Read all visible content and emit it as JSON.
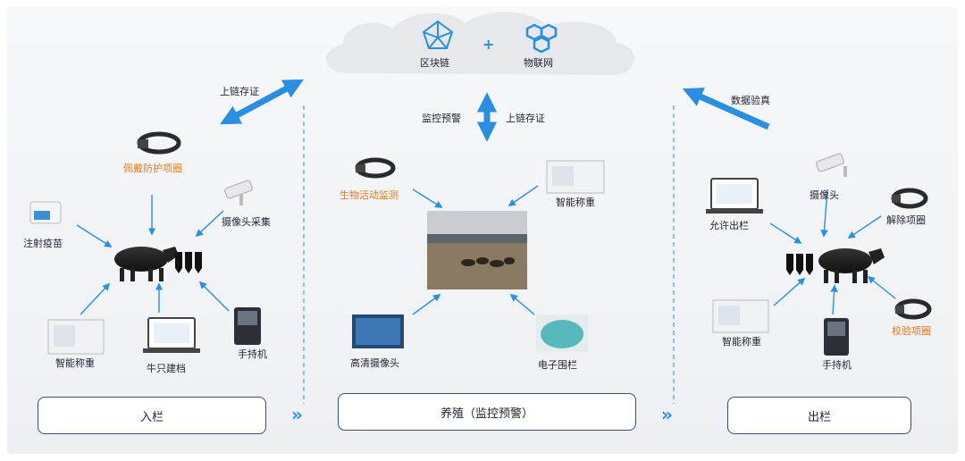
{
  "cloud": {
    "blockchain": "区块链",
    "plus": "+",
    "iot": "物联网"
  },
  "arrows": {
    "left_up": "上链存证",
    "center_left": "监控预警",
    "center_right": "上链存证",
    "right_up": "数据验真"
  },
  "entry": {
    "collar": "佩戴防护项圈",
    "camera": "摄像头采集",
    "vaccine": "注射疫苗",
    "scale": "智能称重",
    "archive": "牛只建档",
    "handheld": "手持机"
  },
  "farming": {
    "monitor": "生物活动监测",
    "scale": "智能称重",
    "camera": "高清摄像头",
    "fence": "电子围栏"
  },
  "exit": {
    "camera": "摄像头",
    "release": "允许出栏",
    "remove_collar": "解除项圈",
    "scale": "智能称重",
    "handheld": "手持机",
    "verify_collar": "校验项圈"
  },
  "stages": {
    "entry": "入栏",
    "farming": "养殖（监控预警）",
    "exit": "出栏"
  },
  "colors": {
    "arrow": "#2a8fe0",
    "highlight": "#e57a22",
    "stage_border": "#3a4f6b"
  }
}
